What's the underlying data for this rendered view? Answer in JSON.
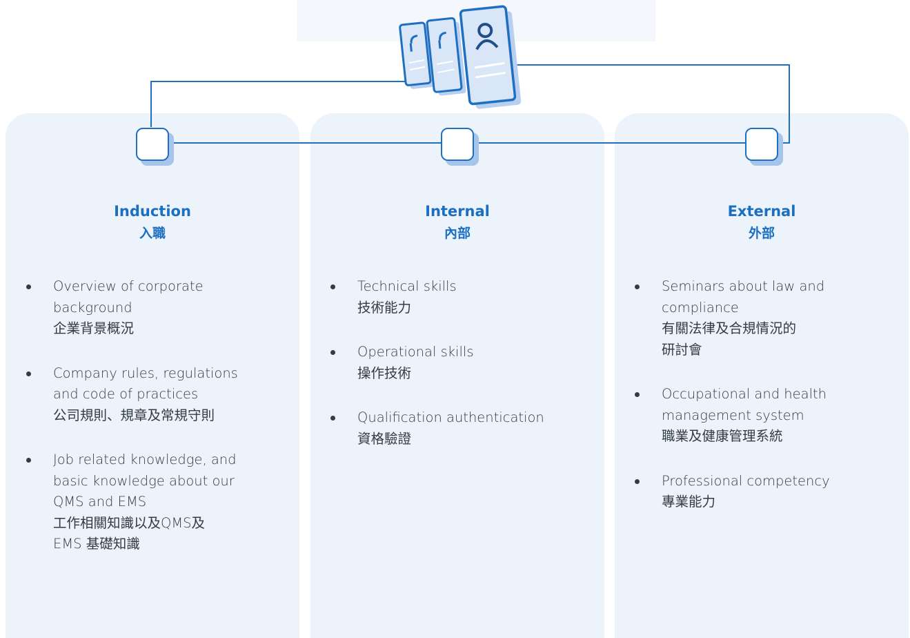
{
  "columns": [
    {
      "title_en": "Induction",
      "title_zh": "入職",
      "items": [
        {
          "lines": [
            "Overview of corporate",
            "background",
            "企業背景概況"
          ]
        },
        {
          "lines": [
            "Company rules, regulations",
            "and code of practices",
            "公司規則、規章及常規守則"
          ]
        },
        {
          "lines": [
            "Job related knowledge, and",
            "basic knowledge about our",
            "QMS and EMS",
            "工作相關知識以及QMS及",
            "EMS 基礎知識"
          ]
        }
      ]
    },
    {
      "title_en": "Internal",
      "title_zh": "內部",
      "items": [
        {
          "lines": [
            "Technical skills",
            "技術能力"
          ]
        },
        {
          "lines": [
            "Operational skills",
            "操作技術"
          ]
        },
        {
          "lines": [
            "Qualification authentication",
            "資格驗證"
          ]
        }
      ]
    },
    {
      "title_en": "External",
      "title_zh": "外部",
      "items": [
        {
          "lines": [
            "Seminars about law and",
            "compliance",
            "有關法律及合規情況的",
            "研討會"
          ]
        },
        {
          "lines": [
            "Occupational and health",
            "management system",
            "職業及健康管理系統"
          ]
        },
        {
          "lines": [
            "Professional competency",
            "專業能力"
          ]
        }
      ]
    }
  ],
  "colors": {
    "accent": "#1b6fc0",
    "connector": "#1f6fc1",
    "panel_bg": "#edf3fb",
    "node_shadow": "#a7c4ea",
    "text": "#333b44"
  },
  "icons": [
    "profile-documents-icon"
  ]
}
